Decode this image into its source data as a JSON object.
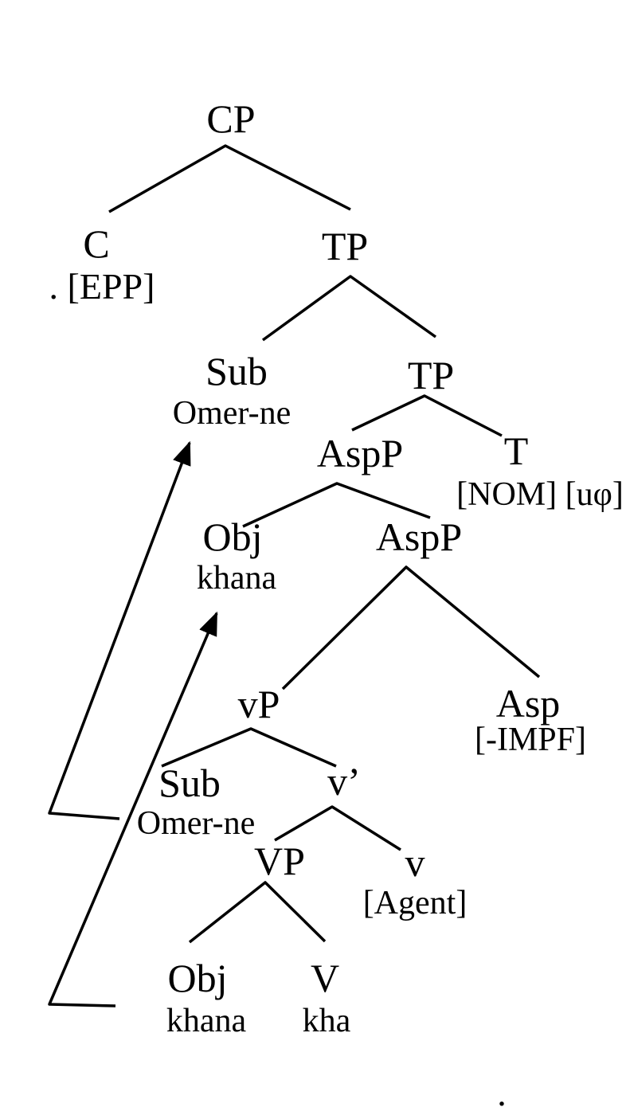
{
  "diagram_type": "syntactic-tree",
  "colors": {
    "text": "#000000",
    "line": "#000000",
    "background": "#ffffff"
  },
  "nodes": {
    "cp": {
      "label": "CP"
    },
    "c": {
      "label": "C"
    },
    "c_feat": {
      "label": ". [EPP]"
    },
    "tp_upper": {
      "label": "TP"
    },
    "sub_moved": {
      "label": "Sub"
    },
    "sub_moved_word": {
      "label": "Omer-ne"
    },
    "tp_lower": {
      "label": "TP"
    },
    "aspp_upper": {
      "label": "AspP"
    },
    "t": {
      "label": "T"
    },
    "t_feat": {
      "label": "[NOM] [uφ]"
    },
    "obj_moved": {
      "label": "Obj"
    },
    "obj_moved_word": {
      "label": "khana"
    },
    "aspp_lower": {
      "label": "AspP"
    },
    "vp_little": {
      "label": "vP"
    },
    "asp": {
      "label": "Asp"
    },
    "asp_feat": {
      "label": "[-IMPF]"
    },
    "sub_base": {
      "label": "Sub"
    },
    "sub_base_word": {
      "label": "Omer-ne"
    },
    "v_bar": {
      "label": "v’"
    },
    "vp_big": {
      "label": "VP"
    },
    "v_little": {
      "label": "v"
    },
    "v_feat": {
      "label": "[Agent]"
    },
    "obj_base": {
      "label": "Obj"
    },
    "obj_base_word": {
      "label": "khana"
    },
    "v_head": {
      "label": "V"
    },
    "v_head_word": {
      "label": "kha"
    },
    "trailing_period": {
      "label": "."
    }
  },
  "edges": [
    {
      "parent": "cp",
      "children": [
        "c",
        "tp_upper"
      ]
    },
    {
      "parent": "tp_upper",
      "children": [
        "sub_moved",
        "tp_lower"
      ]
    },
    {
      "parent": "tp_lower",
      "children": [
        "aspp_upper",
        "t"
      ]
    },
    {
      "parent": "aspp_upper",
      "children": [
        "obj_moved",
        "aspp_lower"
      ]
    },
    {
      "parent": "aspp_lower",
      "children": [
        "vp_little",
        "asp"
      ]
    },
    {
      "parent": "vp_little",
      "children": [
        "sub_base",
        "v_bar"
      ]
    },
    {
      "parent": "v_bar",
      "children": [
        "vp_big",
        "v_little"
      ]
    },
    {
      "parent": "vp_big",
      "children": [
        "obj_base",
        "v_head"
      ]
    }
  ],
  "movement_arrows": [
    {
      "name": "subject-movement",
      "from": "sub_base",
      "to": "sub_moved"
    },
    {
      "name": "object-movement",
      "from": "obj_base",
      "to": "obj_moved"
    }
  ]
}
